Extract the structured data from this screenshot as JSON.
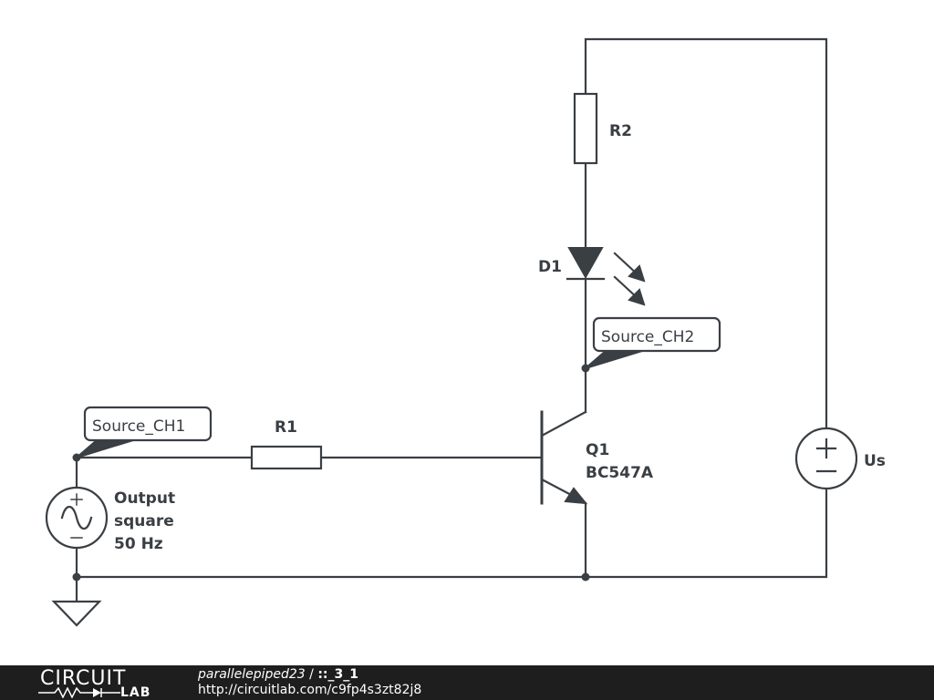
{
  "components": {
    "r1": {
      "label": "R1"
    },
    "r2": {
      "label": "R2"
    },
    "d1": {
      "label": "D1"
    },
    "q1": {
      "label": "Q1",
      "model": "BC547A"
    },
    "vs": {
      "label_line1": "Output",
      "label_line2": "square",
      "label_line3": "50 Hz"
    },
    "us": {
      "label": "Us"
    }
  },
  "probes": {
    "ch1": "Source_CH1",
    "ch2": "Source_CH2"
  },
  "footer": {
    "logo_top": "CIRCUIT",
    "logo_bottom": "LAB",
    "user": "parallelepiped23",
    "separator": " / ",
    "project": "::_3_1",
    "url": "http://circuitlab.com/c9fp4s3zt82j8"
  },
  "colors": {
    "ink": "#3a3f44",
    "footer_bg": "#1e1e1e"
  }
}
